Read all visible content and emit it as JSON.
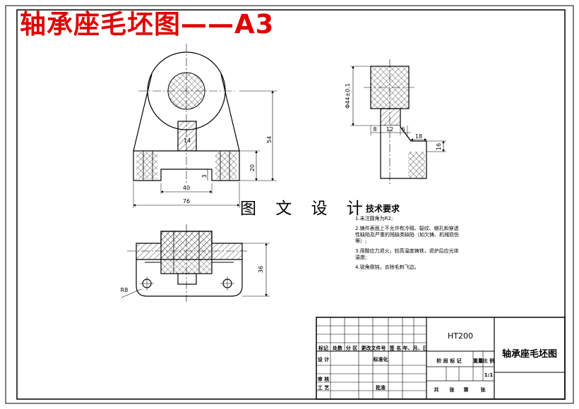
{
  "header": {
    "title": "轴承座毛坯图——A3"
  },
  "watermark": "图 文 设 计",
  "technical_requirements": {
    "title": "技术要求",
    "items": [
      "1.未注圆角为R2;",
      "2.铸件表面上不允许有冷隔、裂纹、缩孔和穿透性缺陷及严重的残缺类缺陷（如欠铸、机械损伤等）;",
      "3.用酸应力退火，较高温度铸铁，退炉后应光体温度;",
      "4.锐角倒钝，去除毛刺飞边。"
    ]
  },
  "dimensions": {
    "d54": "54",
    "d14": "14",
    "d20": "20",
    "d3": "3",
    "d40": "40",
    "d76": "76",
    "d644": "Φ44±0.1",
    "d8": "8",
    "d12": "12",
    "d6": "6",
    "d18": "18",
    "d16": "16",
    "d36": "36",
    "r8": "R8"
  },
  "title_block": {
    "material": "HT200",
    "part_name": "轴承座毛坯图",
    "labels": {
      "mark": "标记",
      "count": "处数",
      "zone": "分 区",
      "doc": "更改文件号",
      "sign": "签 名",
      "date": "年、月、日",
      "design": "设 计",
      "standard": "标准化",
      "check": "审 核",
      "process": "工 艺",
      "approve": "批准",
      "stage": "阶 段 标 记",
      "weight": "重量",
      "scale_label": "比 例",
      "total": "共",
      "sheet": "张",
      "page": "第",
      "zhang2": "张"
    },
    "scale": "1:1"
  }
}
